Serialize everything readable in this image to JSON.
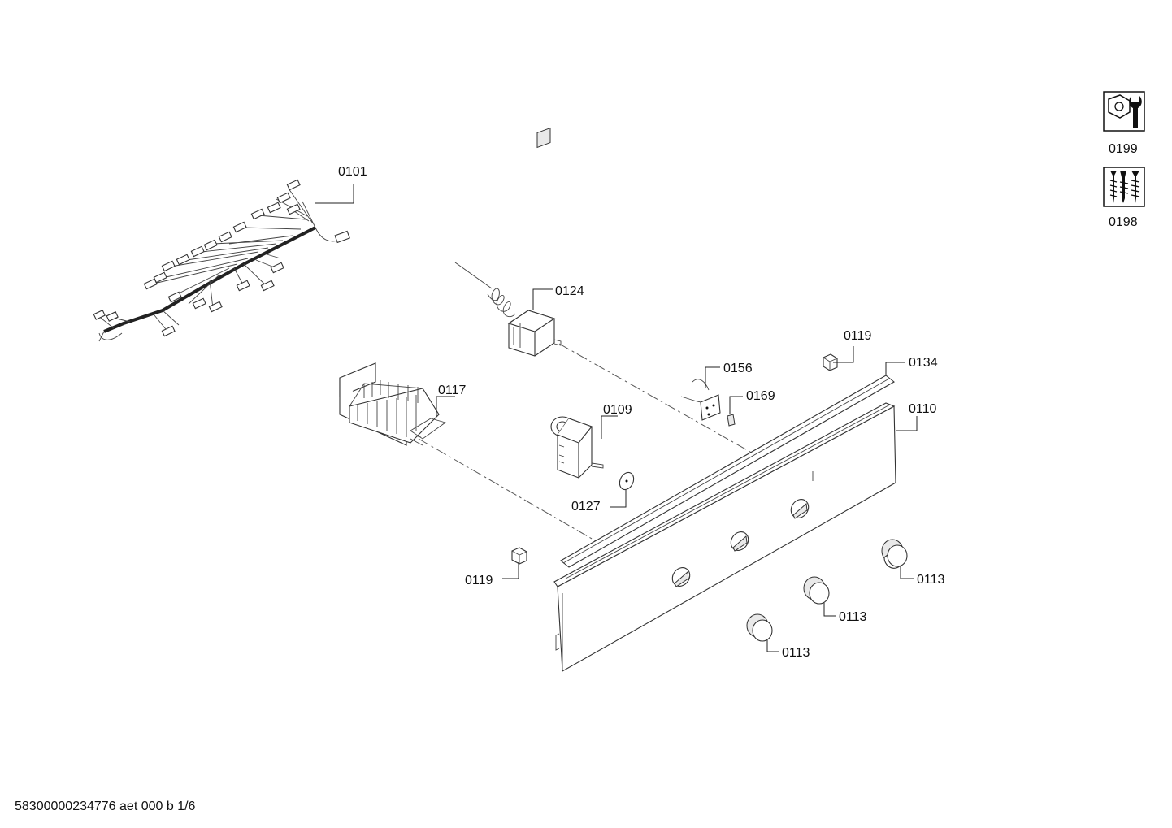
{
  "labels": {
    "p0101": "0101",
    "p0124": "0124",
    "p0117": "0117",
    "p0109": "0109",
    "p0127": "0127",
    "p0156": "0156",
    "p0169": "0169",
    "p0119a": "0119",
    "p0119b": "0119",
    "p0134": "0134",
    "p0110": "0110",
    "p0113a": "0113",
    "p0113b": "0113",
    "p0113c": "0113",
    "p0199": "0199",
    "p0198": "0198"
  },
  "icons": {
    "tool_icon": "wrench-nut-icon",
    "screws_icon": "screws-icon"
  },
  "footer": {
    "doc_id": "58300000234776 aet 000 b 1/6"
  }
}
